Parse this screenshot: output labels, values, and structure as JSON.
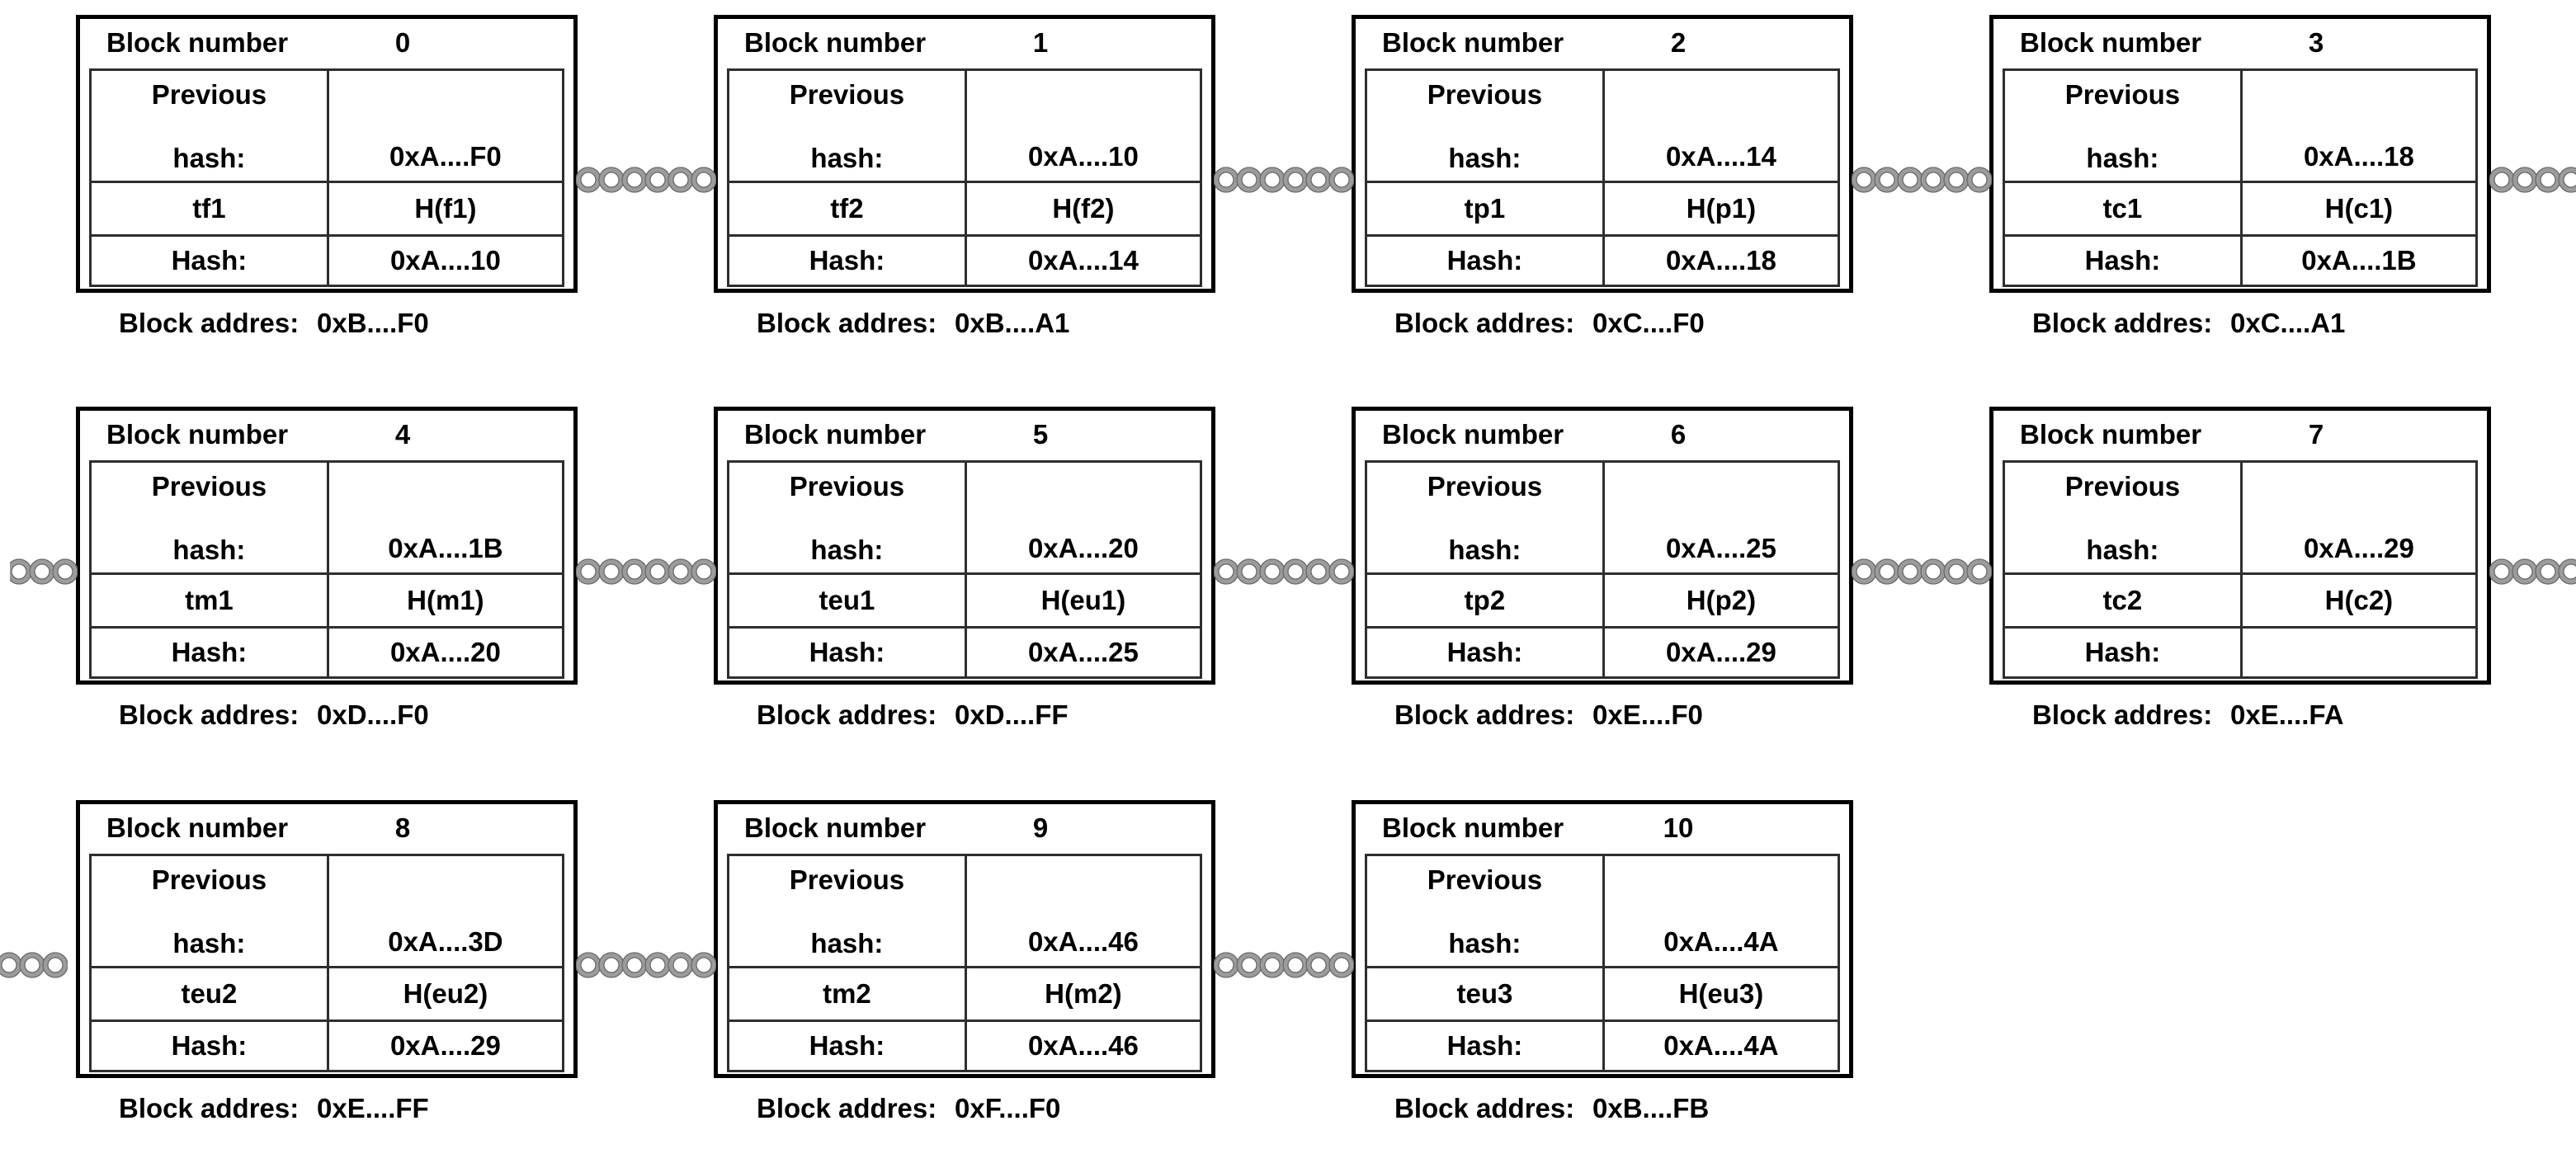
{
  "labels": {
    "block_number": "Block number",
    "previous_line1": "Previous",
    "previous_line2": "hash:",
    "hash": "Hash:",
    "block_address": "Block addres:"
  },
  "icons": {
    "chain": "chain-link-icon"
  },
  "colors": {
    "text": "#000000",
    "outer_border": "#000000",
    "inner_border": "#2e2e2e",
    "chain_link": "#9c9c9c",
    "chain_connector": "#3c3c3c",
    "background": "#ffffff"
  },
  "blocks": [
    {
      "number": "0",
      "prev_hash": "0xA....F0",
      "tx_label": "tf1",
      "tx_hash": "H(f1)",
      "hash": "0xA....10",
      "address": "0xB....F0"
    },
    {
      "number": "1",
      "prev_hash": "0xA....10",
      "tx_label": "tf2",
      "tx_hash": "H(f2)",
      "hash": "0xA....14",
      "address": "0xB....A1"
    },
    {
      "number": "2",
      "prev_hash": "0xA....14",
      "tx_label": "tp1",
      "tx_hash": "H(p1)",
      "hash": "0xA....18",
      "address": "0xC....F0"
    },
    {
      "number": "3",
      "prev_hash": "0xA....18",
      "tx_label": "tc1",
      "tx_hash": "H(c1)",
      "hash": "0xA....1B",
      "address": "0xC....A1"
    },
    {
      "number": "4",
      "prev_hash": "0xA....1B",
      "tx_label": "tm1",
      "tx_hash": "H(m1)",
      "hash": "0xA....20",
      "address": "0xD....F0"
    },
    {
      "number": "5",
      "prev_hash": "0xA....20",
      "tx_label": "teu1",
      "tx_hash": "H(eu1)",
      "hash": "0xA....25",
      "address": "0xD....FF"
    },
    {
      "number": "6",
      "prev_hash": "0xA....25",
      "tx_label": "tp2",
      "tx_hash": "H(p2)",
      "hash": "0xA....29",
      "address": "0xE....F0"
    },
    {
      "number": "7",
      "prev_hash": "0xA....29",
      "tx_label": "tc2",
      "tx_hash": "H(c2)",
      "hash": "",
      "address": "0xE....FA"
    },
    {
      "number": "8",
      "prev_hash": "0xA....3D",
      "tx_label": "teu2",
      "tx_hash": "H(eu2)",
      "hash": "0xA....29",
      "address": "0xE....FF"
    },
    {
      "number": "9",
      "prev_hash": "0xA....46",
      "tx_label": "tm2",
      "tx_hash": "H(m2)",
      "hash": "0xA....46",
      "address": "0xF....F0"
    },
    {
      "number": "10",
      "prev_hash": "0xA....4A",
      "tx_label": "teu3",
      "tx_hash": "H(eu3)",
      "hash": "0xA....4A",
      "address": "0xB....FB"
    }
  ]
}
